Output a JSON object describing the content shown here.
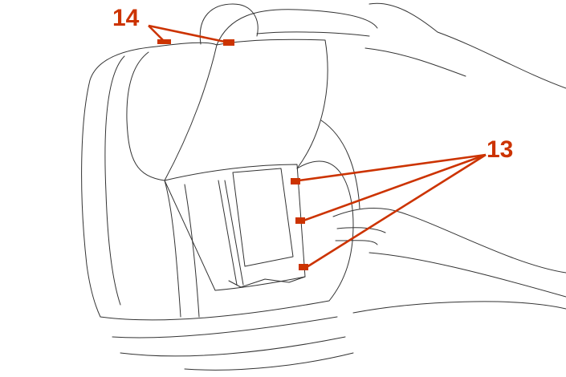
{
  "diagram": {
    "callouts": [
      {
        "id": "14",
        "label": "14"
      },
      {
        "id": "13",
        "label": "13"
      }
    ],
    "colors": {
      "callout": "#cc3300",
      "line": "#333333"
    }
  }
}
